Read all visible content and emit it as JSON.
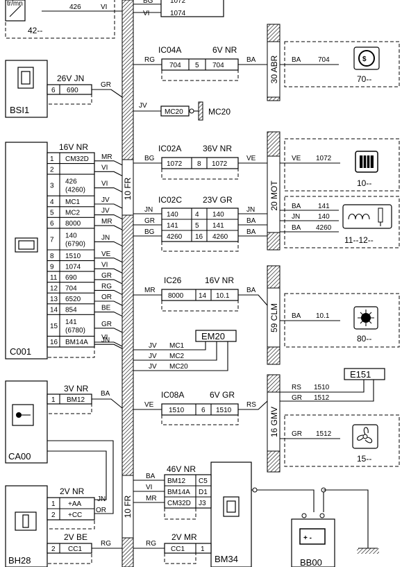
{
  "top": {
    "wire_num": "426",
    "wire_color": "VI",
    "unit_label": "tr/mn",
    "ref": "42--",
    "bg_wire": "1072",
    "bg_color": "BG",
    "vi_wire": "1074",
    "vi_color": "VI"
  },
  "bsi": {
    "name": "BSI1",
    "conn": "26V JN",
    "pin": "6",
    "wire": "690",
    "color": "GR"
  },
  "c001": {
    "name": "C001",
    "conn": "16V NR",
    "rows": [
      {
        "pin": "1",
        "wire": "CM32D",
        "color": "MR"
      },
      {
        "pin": "2",
        "wire": "",
        "color": "VI"
      },
      {
        "pin": "3",
        "wire": "426\n(4260)",
        "color": "VI"
      },
      {
        "pin": "4",
        "wire": "MC1",
        "color": "JV"
      },
      {
        "pin": "5",
        "wire": "MC2",
        "color": "JV"
      },
      {
        "pin": "6",
        "wire": "8000",
        "color": "MR"
      },
      {
        "pin": "7",
        "wire": "140\n(6790)",
        "color": "JN"
      },
      {
        "pin": "8",
        "wire": "1510",
        "color": "VE"
      },
      {
        "pin": "9",
        "wire": "1074",
        "color": "VI"
      },
      {
        "pin": "11",
        "wire": "690",
        "color": "GR"
      },
      {
        "pin": "12",
        "wire": "704",
        "color": "RG"
      },
      {
        "pin": "13",
        "wire": "6520",
        "color": "OR"
      },
      {
        "pin": "14",
        "wire": "854",
        "color": "BE"
      },
      {
        "pin": "15",
        "wire": "141\n(6780)",
        "color": "GR"
      },
      {
        "pin": "16",
        "wire": "BM14A",
        "color": "JN"
      }
    ],
    "extra_color": "VI"
  },
  "ca00": {
    "name": "CA00",
    "conn": "3V NR",
    "pin": "1",
    "wire": "BM12",
    "color": "BA"
  },
  "bh28": {
    "name": "BH28",
    "conn1": "2V NR",
    "rows1": [
      {
        "pin": "1",
        "wire": "+AA",
        "color": "JN"
      },
      {
        "pin": "2",
        "wire": "+CC",
        "color": "OR"
      }
    ],
    "conn2": "2V BE",
    "pin2": "2",
    "wire2": "CC1",
    "color2": "RG"
  },
  "harness": {
    "label_top": "10 FR",
    "label_bot": "10 FR"
  },
  "ic04a": {
    "name": "IC04A",
    "conn": "6V NR",
    "left_color": "RG",
    "right_color": "BA",
    "w1": "704",
    "pin": "5",
    "w2": "704"
  },
  "mc20": {
    "color": "JV",
    "wire": "MC20",
    "label": "MC20"
  },
  "ic02a": {
    "name": "IC02A",
    "conn": "36V NR",
    "left_color": "BG",
    "right_color": "VE",
    "w1": "1072",
    "pin": "8",
    "w2": "1072"
  },
  "ic02c": {
    "name": "IC02C",
    "conn": "23V GR",
    "rows": [
      {
        "lc": "JN",
        "w1": "140",
        "pin": "4",
        "w2": "140",
        "rc": "JN"
      },
      {
        "lc": "GR",
        "w1": "141",
        "pin": "5",
        "w2": "141",
        "rc": "BA"
      },
      {
        "lc": "BG",
        "w1": "4260",
        "pin": "16",
        "w2": "4260",
        "rc": "BA"
      }
    ]
  },
  "ic26": {
    "name": "IC26",
    "conn": "16V NR",
    "left_color": "MR",
    "right_color": "BA",
    "w1": "8000",
    "pin": "14",
    "w2": "10.1"
  },
  "em20": {
    "name": "EM20",
    "rows": [
      {
        "color": "JV",
        "wire": "MC1"
      },
      {
        "color": "JV",
        "wire": "MC2"
      },
      {
        "color": "JV",
        "wire": "MC20"
      }
    ]
  },
  "ic08a": {
    "name": "IC08A",
    "conn": "6V GR",
    "left_color": "VE",
    "right_color": "RS",
    "w1": "1510",
    "pin": "6",
    "w2": "1510"
  },
  "e151": {
    "name": "E151",
    "rs": "RS",
    "w1": "1510",
    "gr": "GR",
    "w2": "1512"
  },
  "bm34": {
    "name": "BM34",
    "conn": "46V NR",
    "rows": [
      {
        "lc": "BA",
        "w": "BM12",
        "pin": "C5"
      },
      {
        "lc": "VI",
        "w": "BM14A",
        "pin": "D1"
      },
      {
        "lc": "MR",
        "w": "CM32D",
        "pin": "J3"
      }
    ],
    "conn2": "2V MR",
    "w2": "CC1",
    "pin2": "1",
    "lc2": "RG"
  },
  "bb00": {
    "name": "BB00"
  },
  "right_blocks": [
    {
      "harness": "30 ABR",
      "rows": [
        {
          "c": "BA",
          "w": "704"
        }
      ],
      "ref": "70--",
      "icon": "abs"
    },
    {
      "harness": "20 MOT",
      "rows": [
        {
          "c": "VE",
          "w": "1072"
        }
      ],
      "ref": "10--",
      "icon": "engine"
    },
    {
      "harness": "",
      "rows": [
        {
          "c": "BA",
          "w": "141"
        },
        {
          "c": "JN",
          "w": "140"
        },
        {
          "c": "BA",
          "w": "4260"
        }
      ],
      "ref": "11--12--",
      "icon": "coil"
    },
    {
      "harness": "59 CLM",
      "rows": [
        {
          "c": "BA",
          "w": "10.1"
        }
      ],
      "ref": "80--",
      "icon": "climate"
    },
    {
      "harness": "16 GMV",
      "rows": [
        {
          "c": "GR",
          "w": "1512"
        }
      ],
      "ref": "15--",
      "icon": "fan"
    }
  ]
}
